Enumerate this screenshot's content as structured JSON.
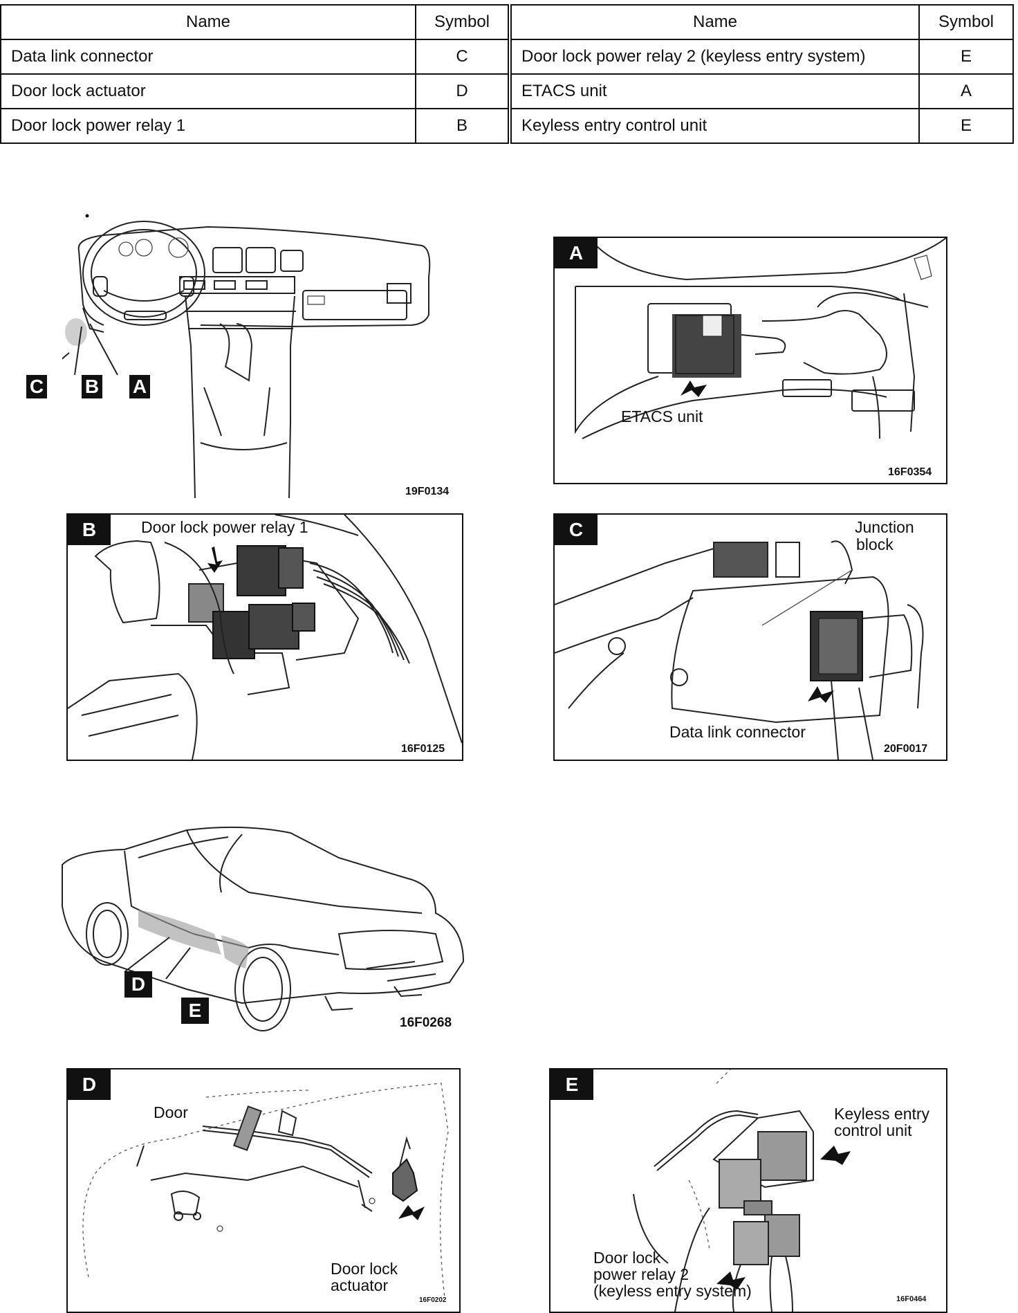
{
  "table": {
    "headers": [
      "Name",
      "Symbol",
      "Name",
      "Symbol"
    ],
    "rows": [
      {
        "name_left": "Data link connector",
        "sym_left": "C",
        "name_right": "Door lock power relay 2 (keyless entry system)",
        "sym_right": "E"
      },
      {
        "name_left": "Door lock actuator",
        "sym_left": "D",
        "name_right": "ETACS unit",
        "sym_right": "A"
      },
      {
        "name_left": "Door lock power relay 1",
        "sym_left": "B",
        "name_right": "Keyless entry control unit",
        "sym_right": "E"
      }
    ]
  },
  "overview_dash": {
    "markers": [
      "C",
      "B",
      "A"
    ],
    "code": "19F0134"
  },
  "panel_a": {
    "letter": "A",
    "label": "ETACS unit",
    "code": "16F0354"
  },
  "panel_b": {
    "letter": "B",
    "label": "Door lock power relay 1",
    "code": "16F0125"
  },
  "panel_c": {
    "letter": "C",
    "label_junction_1": "Junction",
    "label_junction_2": "block",
    "label_connector": "Data link connector",
    "code": "20F0017"
  },
  "overview_car": {
    "markers": [
      "D",
      "E"
    ],
    "code": "16F0268"
  },
  "panel_d": {
    "letter": "D",
    "label_door": "Door",
    "label_actuator_1": "Door lock",
    "label_actuator_2": "actuator",
    "code": "16F0202"
  },
  "panel_e": {
    "letter": "E",
    "label_unit_1": "Keyless entry",
    "label_unit_2": "control unit",
    "label_relay_1": "Door lock",
    "label_relay_2": "power relay 2",
    "label_relay_3": "(keyless entry system)",
    "code": "16F0464"
  }
}
